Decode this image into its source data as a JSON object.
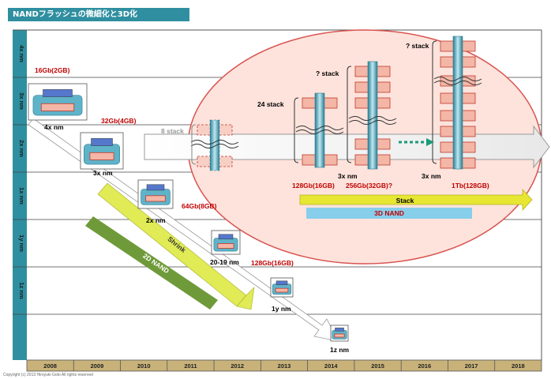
{
  "title": "NANDフラッシュの微細化と3D化",
  "rows": [
    "4x nm",
    "3x nm",
    "2x nm",
    "1x nm",
    "1y nm",
    "1z nm"
  ],
  "years": [
    "2008",
    "2009",
    "2010",
    "2011",
    "2012",
    "2013",
    "2014",
    "2015",
    "2016",
    "2017",
    "2018"
  ],
  "planar": [
    {
      "node": "4x nm",
      "capacity": "16Gb(2GB)"
    },
    {
      "node": "3x nm",
      "capacity": "32Gb(4GB)"
    },
    {
      "node": "2x nm",
      "capacity": "64Gb(8GB)"
    },
    {
      "node": "20-19 nm",
      "capacity": "128Gb(16GB)"
    },
    {
      "node": "1y nm",
      "capacity": ""
    },
    {
      "node": "1z nm",
      "capacity": ""
    }
  ],
  "stacks": {
    "s8": "8 stack",
    "s24": "24 stack",
    "q1": "? stack",
    "q2": "? stack",
    "node1": "3x nm",
    "node2": "3x nm",
    "cap1": "128Gb(16GB)",
    "cap2": "256Gb(32GB)?",
    "cap3": "1Tb(128GB)"
  },
  "arrows": {
    "stack": "Stack",
    "nand3d": "3D NAND",
    "shrink": "Shrink",
    "nand2d": "2D NAND"
  },
  "colors": {
    "teal": "#2f8fa0",
    "capacity_red": "#c00000",
    "ellipse_fill": "#fde3dc",
    "ellipse_stroke": "#d9534f",
    "stack_bar": "#e6e633",
    "nand3d_bar": "#87ceeb",
    "shrink_bar": "#e0eb55",
    "nand2d_bar": "#6f9a3a",
    "cell_pink": "#f4b6a6",
    "pillar_blue": "#5fb3c9"
  },
  "copyright": "Copyright (c) 2013 Hiroyuki Goto All rights reserved"
}
